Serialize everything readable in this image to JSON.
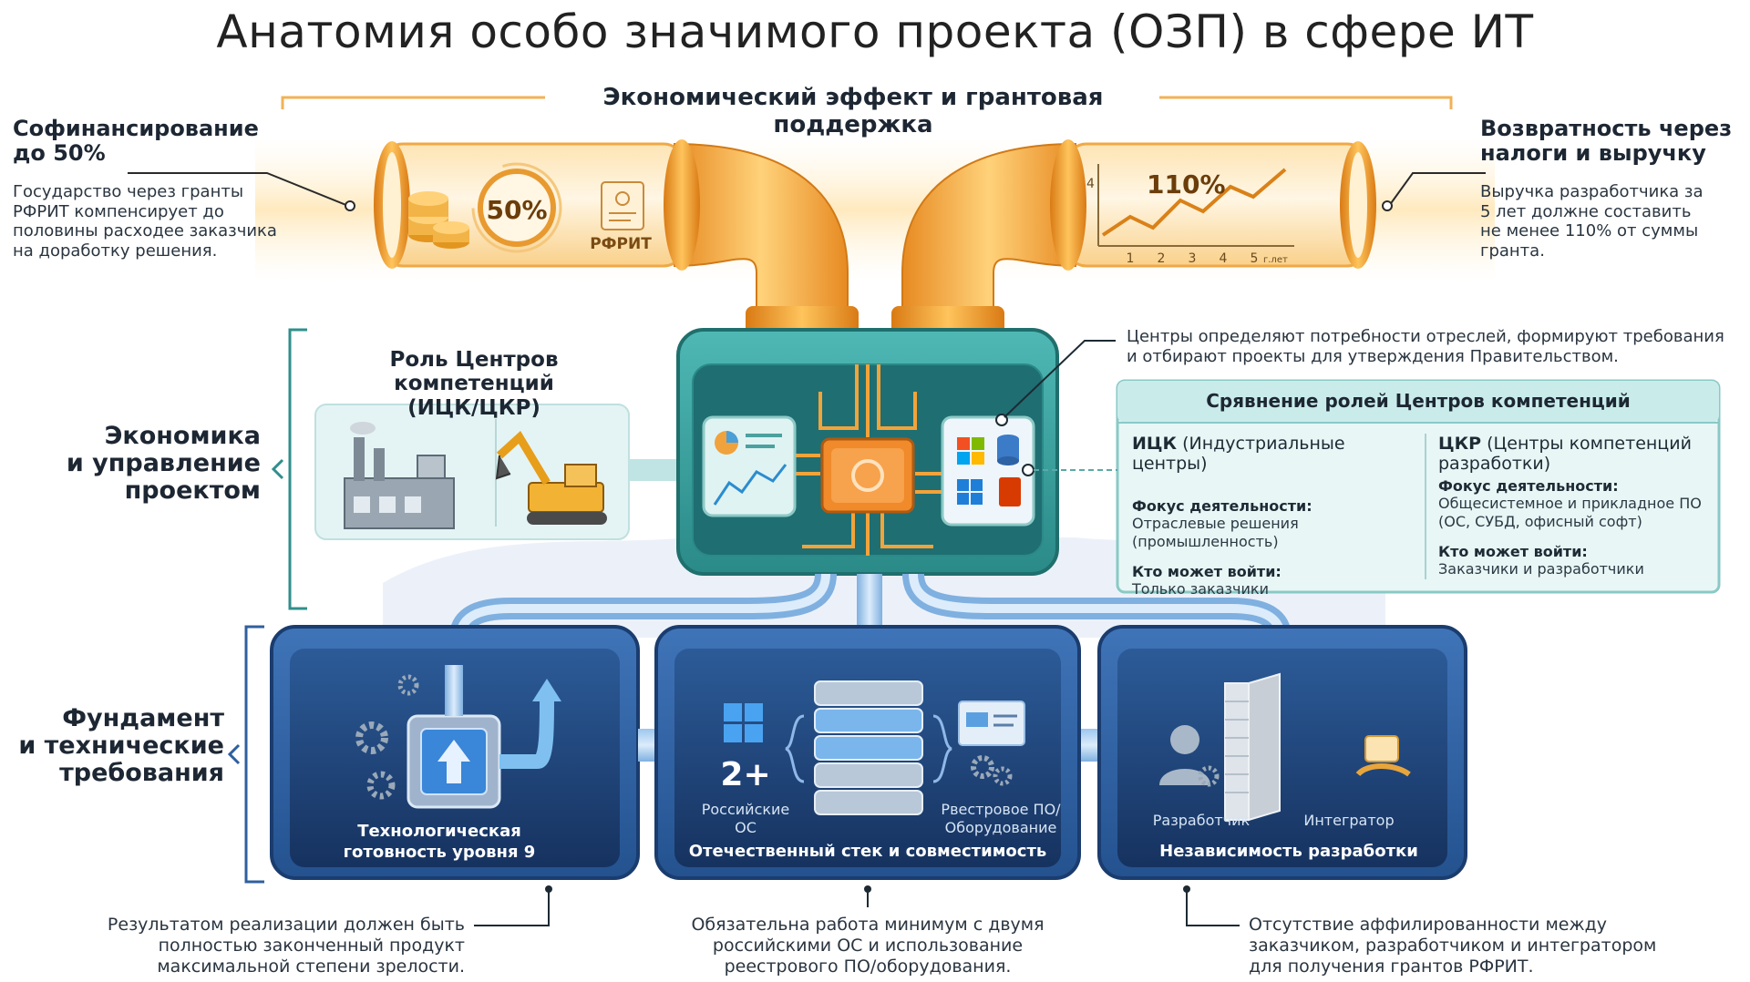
{
  "title": "Анатомия особо значимого проекта (ОЗП) в сфере ИТ",
  "top_banner": "Экономический эффект и грантовая поддержка",
  "left_top": {
    "heading_l1": "Софинансирование",
    "heading_l2": "до 50%",
    "text": [
      "Государство через гранты",
      "РФРИТ компенсирует до",
      "половины расходее заказчика",
      "на доработку решения."
    ]
  },
  "right_top": {
    "heading_l1": "Возвратность через",
    "heading_l2": "налоги и выручку",
    "text": [
      "Выручка разработчика за",
      "5 лет должне составить",
      "не менее 110% от суммы",
      "гранта."
    ]
  },
  "pipe_left": {
    "percent": "50%",
    "fund": "РФРИТ"
  },
  "pipe_right": {
    "percent": "110%",
    "axis_y": "4",
    "axis_x": [
      "1",
      "2",
      "3",
      "4",
      "5"
    ],
    "axis_unit": "г.лет"
  },
  "mid_left": {
    "label_l1": "Экономика",
    "label_l2": "и управление",
    "label_l3": "проектом",
    "card_title_l1": "Роль Центров компетенций",
    "card_title_l2": "(ИЦК/ЦКР)"
  },
  "callout_centers": [
    "Центры определяют потребности отреслей, формируют требования",
    "и отбирают проекты для утверждения Правительством."
  ],
  "comparison": {
    "title": "Срявнение ролей Центров компетенций",
    "ick": {
      "name_b": "ИЦК",
      "name_rest": " (Индустриальные центры)",
      "focus_label": "Фокус деятельности:",
      "focus_text": [
        "Отраслевые решения",
        "(промышленность)"
      ],
      "who_label": "Кто может войти:",
      "who_text": "Только заказчики"
    },
    "ckr": {
      "name_b": "ЦКР",
      "name_rest": " (Центры компетенций",
      "name_l2": "разработки)",
      "focus_label": "Фокус деятельности:",
      "focus_text": [
        "Общесистемное и прикладное ПО",
        "(ОС, СУБД, офисный софт)"
      ],
      "who_label": "Кто может войти:",
      "who_text": "Заказчики и разработчики"
    }
  },
  "foundation": {
    "label_l1": "Фундамент",
    "label_l2": "и технические",
    "label_l3": "требования"
  },
  "boxes": {
    "box1": {
      "title_l1": "Технологическая",
      "title_l2": "готовность уровня 9"
    },
    "box2": {
      "count": "2+",
      "os_l1": "Российские",
      "os_l2": "ОС",
      "reg_l1": "Рвестровое ПО/",
      "reg_l2": "Оборудование",
      "title": "Отечественный стек и совместимость"
    },
    "box3": {
      "dev": "Разработчик",
      "integ": "Интегратор",
      "title": "Независимость разработки"
    }
  },
  "bottom": {
    "left": [
      "Результатом реализации должен быть",
      "полностью законченный продукт",
      "максимальной степени зрелости."
    ],
    "center": [
      "Обязательна работа минимум с двумя",
      "российскими ОС и использование",
      "реестрового ПО/оборудования."
    ],
    "right": [
      "Отсутствие аффилированности между",
      "заказчиком, разработчиком и интегратором",
      "для получения грантов РФРИТ."
    ]
  },
  "colors": {
    "orange": "#f2a33a",
    "teal": "#3aa5a3",
    "blue": "#2f5f9e",
    "navy": "#1f3f73"
  }
}
